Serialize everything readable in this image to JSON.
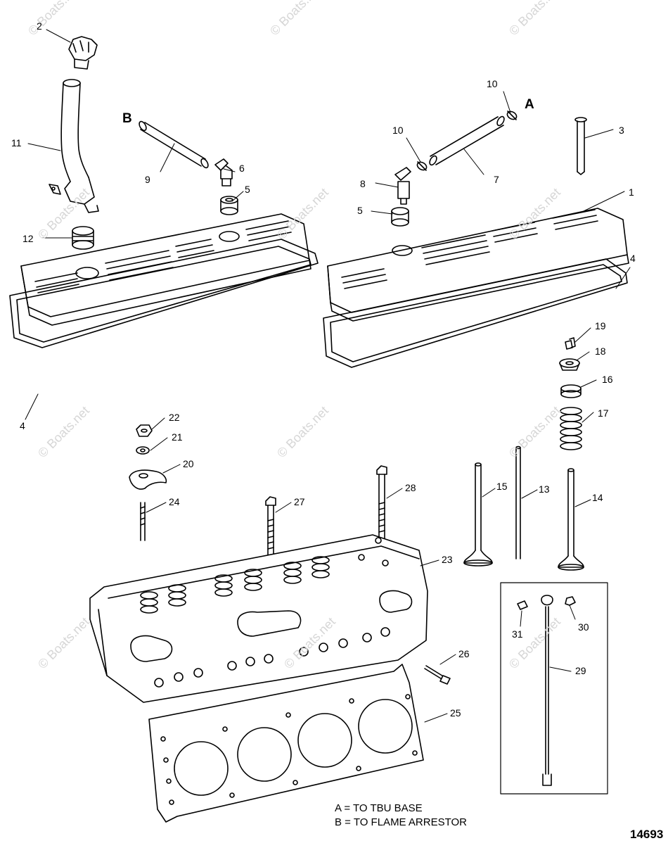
{
  "watermark": "© Boats.net",
  "callouts": {
    "c1": "1",
    "c2": "2",
    "c3": "3",
    "c4a": "4",
    "c4b": "4",
    "c5a": "5",
    "c5b": "5",
    "c6": "6",
    "c7": "7",
    "c8": "8",
    "c9": "9",
    "c10a": "10",
    "c10b": "10",
    "c11": "11",
    "c12": "12",
    "c13": "13",
    "c14": "14",
    "c15": "15",
    "c16": "16",
    "c17": "17",
    "c18": "18",
    "c19": "19",
    "c20": "20",
    "c21": "21",
    "c22": "22",
    "c23": "23",
    "c24": "24",
    "c25": "25",
    "c26": "26",
    "c27": "27",
    "c28": "28",
    "c29": "29",
    "c30": "30",
    "c31": "31",
    "A": "A",
    "B": "B"
  },
  "legend": {
    "line_a": "A = TO TBU BASE",
    "line_b": "B = TO FLAME ARRESTOR"
  },
  "document_number": "14693"
}
